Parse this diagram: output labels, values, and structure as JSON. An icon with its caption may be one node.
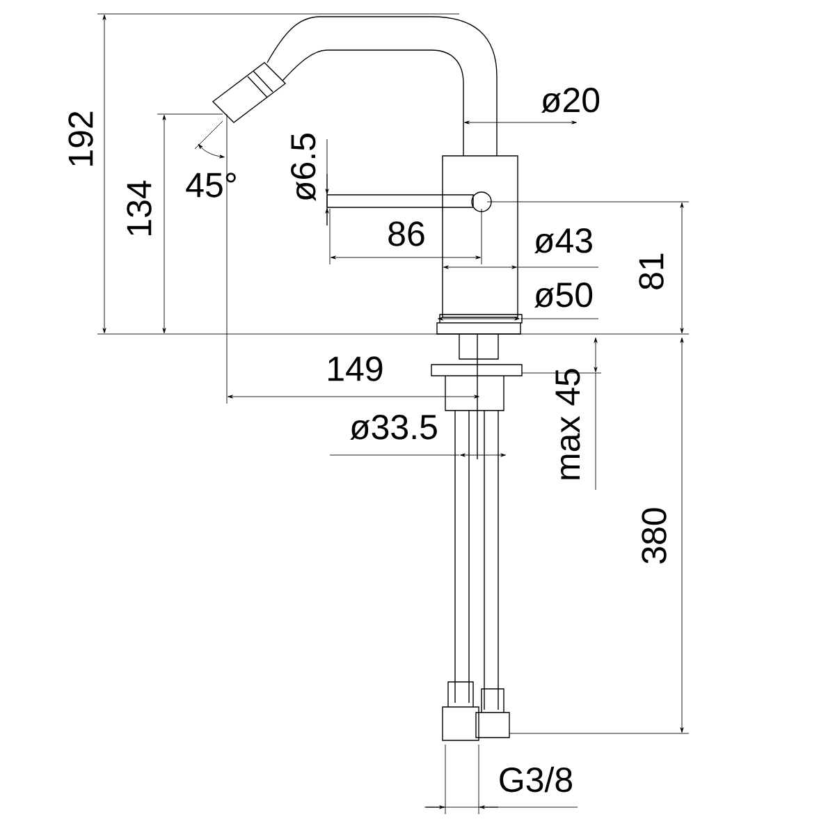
{
  "diagram": {
    "labels": [
      "ø20",
      "192",
      "ø6.5",
      "134",
      "45°",
      "86",
      "ø43",
      "ø50",
      "81",
      "149",
      "max 45",
      "ø33.5",
      "380",
      "G3/8"
    ]
  }
}
